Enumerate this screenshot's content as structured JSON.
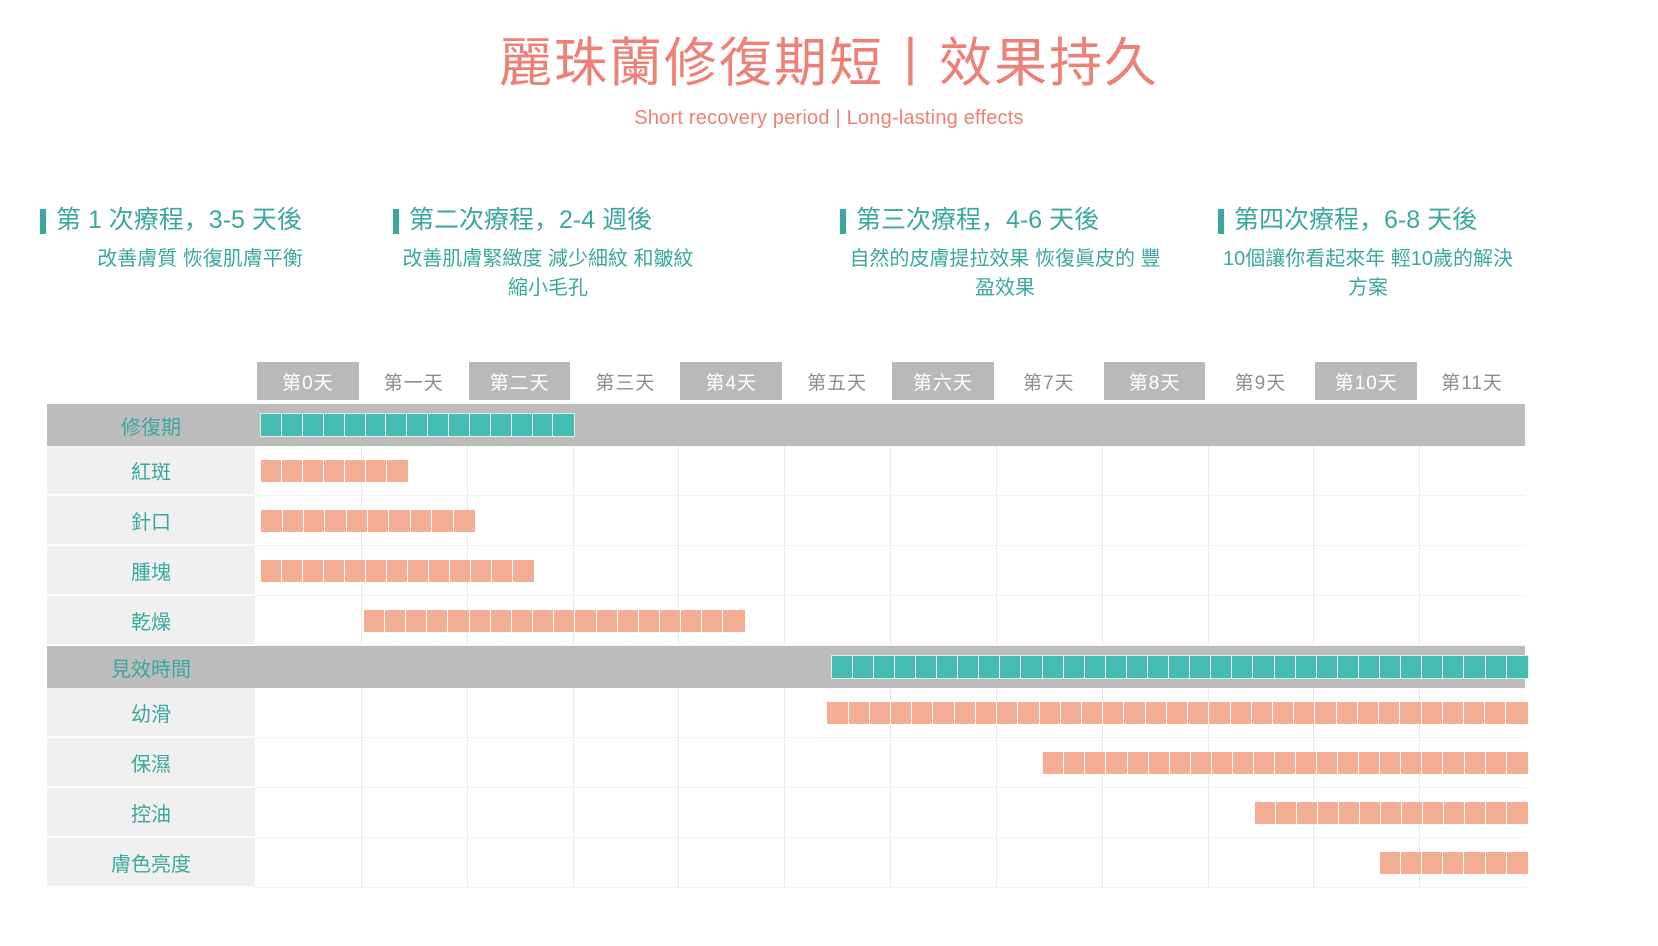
{
  "header": {
    "title": "麗珠蘭修復期短丨效果持久",
    "subtitle": "Short recovery period | Long-lasting effects",
    "title_color": "#ee8177"
  },
  "stages": [
    {
      "heading": "第 1 次療程，3-5 天後",
      "detail": "改善膚質 恢復肌膚平衡"
    },
    {
      "heading": "第二次療程，2-4 週後",
      "detail": "改善肌膚緊緻度 減少細紋\n和皺紋 縮小毛孔"
    },
    {
      "heading": "第三次療程，4-6 天後",
      "detail": "自然的皮膚提拉效果 恢復眞皮的\n豐盈效果"
    },
    {
      "heading": "第四次療程，6-8 天後",
      "detail": "10個讓你看起來年\n輕10歲的解決方案"
    }
  ],
  "stage_accent_color": "#3ba89f",
  "chart_data": {
    "type": "bar",
    "title": "麗珠蘭修復期短丨效果持久",
    "xlabel": "",
    "ylabel": "",
    "columns": [
      {
        "label": "第0天",
        "highlighted": true
      },
      {
        "label": "第一天",
        "highlighted": false
      },
      {
        "label": "第二天",
        "highlighted": true
      },
      {
        "label": "第三天",
        "highlighted": false
      },
      {
        "label": "第4天",
        "highlighted": true
      },
      {
        "label": "第五天",
        "highlighted": false
      },
      {
        "label": "第六天",
        "highlighted": true
      },
      {
        "label": "第7天",
        "highlighted": false
      },
      {
        "label": "第8天",
        "highlighted": true
      },
      {
        "label": "第9天",
        "highlighted": false
      },
      {
        "label": "第10天",
        "highlighted": true
      },
      {
        "label": "第11天",
        "highlighted": false
      }
    ],
    "colors": {
      "teal_bar": "#45bcb1",
      "salmon_bar": "#f3ad92",
      "highlight_row": "#bcbcbc",
      "label_row": "#f0f0f0",
      "label_text": "#3ba89f",
      "day_chip_on": "#b9b9b9",
      "day_chip_off_text": "#8e8e8e"
    },
    "xlim_days": [
      0,
      12
    ],
    "grid": true,
    "rows": [
      {
        "label": "修復期",
        "section": true,
        "color": "teal",
        "start_day": 0.03,
        "end_day": 2.99
      },
      {
        "label": "紅斑",
        "section": false,
        "color": "salmon",
        "start_day": 0.03,
        "end_day": 1.42
      },
      {
        "label": "針口",
        "section": false,
        "color": "salmon",
        "start_day": 0.03,
        "end_day": 2.05
      },
      {
        "label": "腫塊",
        "section": false,
        "color": "salmon",
        "start_day": 0.03,
        "end_day": 2.61
      },
      {
        "label": "乾燥",
        "section": false,
        "color": "salmon",
        "start_day": 1.0,
        "end_day": 4.6
      },
      {
        "label": "見效時間",
        "section": true,
        "color": "teal",
        "start_day": 5.42,
        "end_day": 12.0
      },
      {
        "label": "幼滑",
        "section": false,
        "color": "salmon",
        "start_day": 5.38,
        "end_day": 12.0
      },
      {
        "label": "保濕",
        "section": false,
        "color": "salmon",
        "start_day": 7.42,
        "end_day": 12.0
      },
      {
        "label": "控油",
        "section": false,
        "color": "salmon",
        "start_day": 9.42,
        "end_day": 12.0
      },
      {
        "label": "膚色亮度",
        "section": false,
        "color": "salmon",
        "start_day": 10.6,
        "end_day": 12.0
      }
    ]
  }
}
